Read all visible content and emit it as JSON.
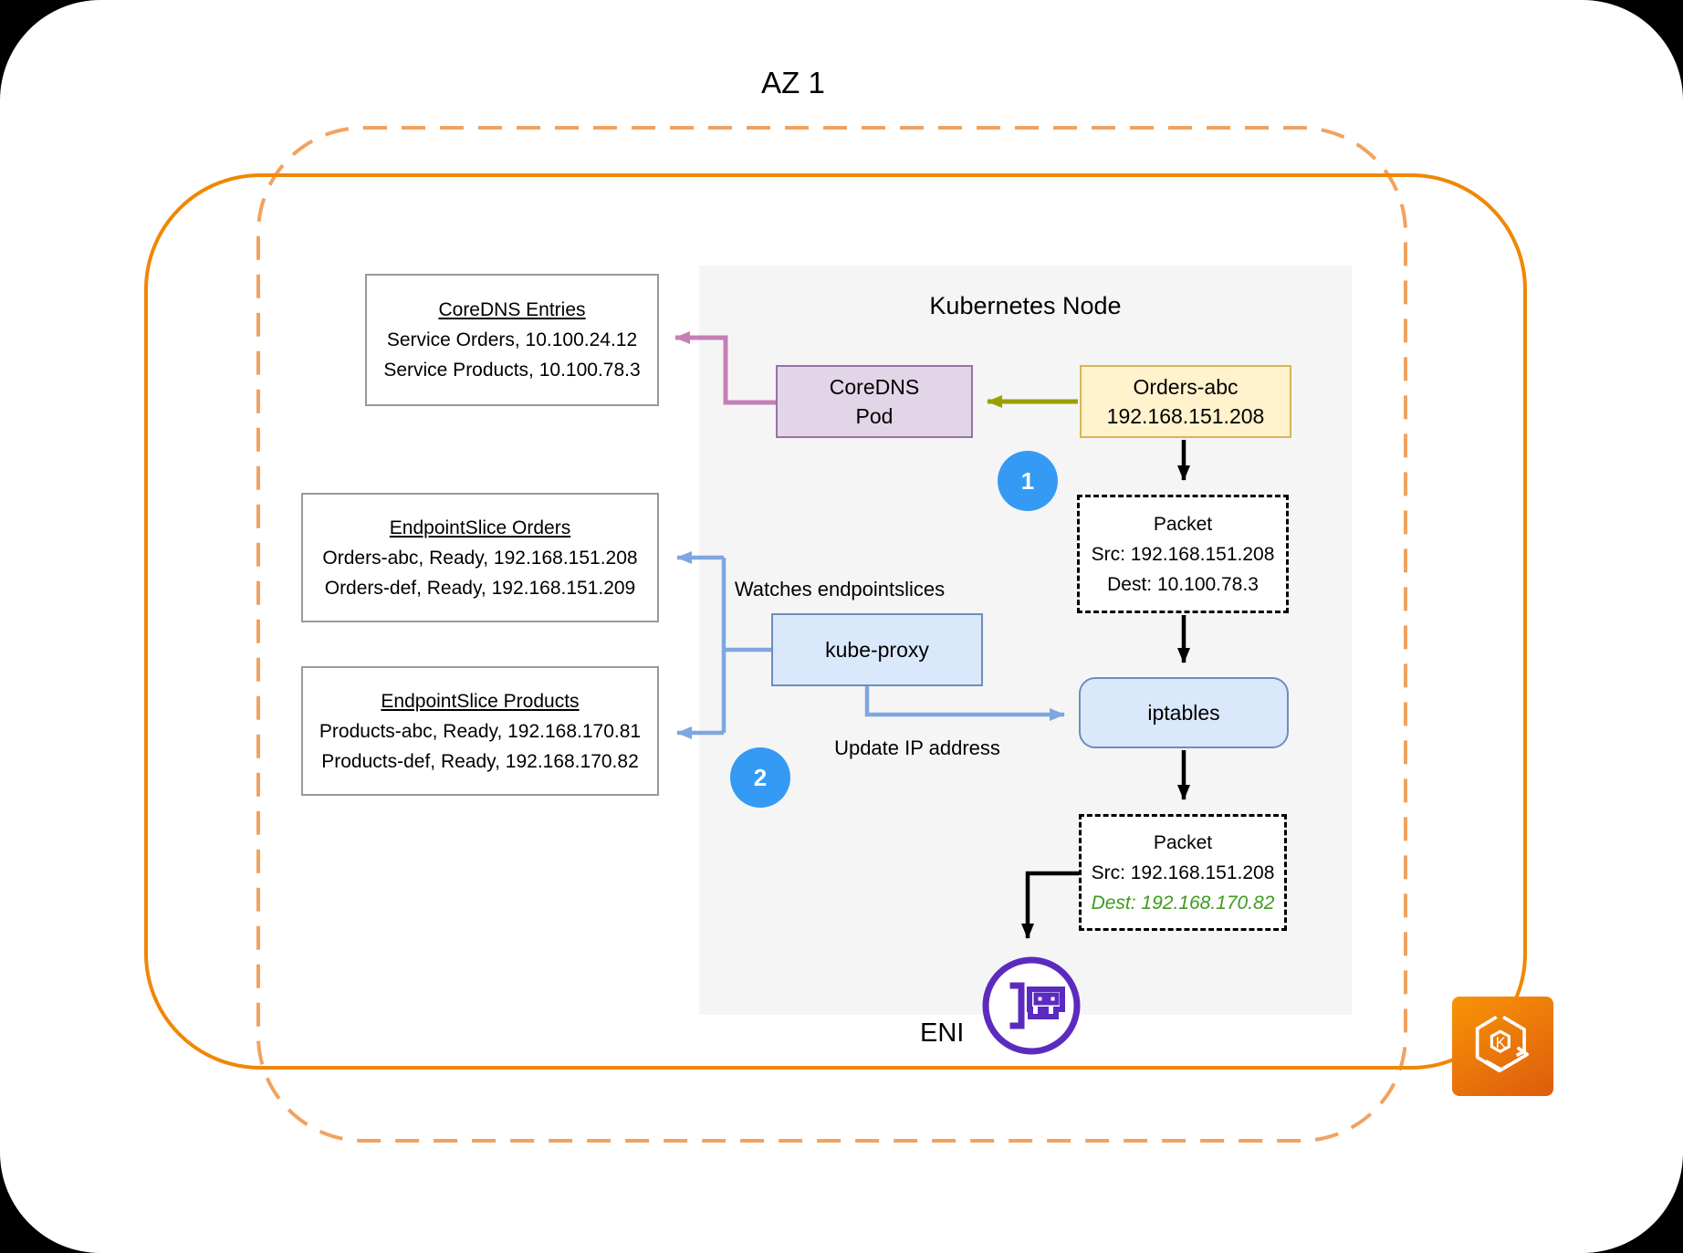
{
  "window": {
    "az_label": "AZ 1"
  },
  "node": {
    "title": "Kubernetes Node"
  },
  "boxes": {
    "coredns_entries": {
      "title": "CoreDNS Entries",
      "lines": [
        "Service Orders, 10.100.24.12",
        "Service Products, 10.100.78.3"
      ]
    },
    "endpointslice_orders": {
      "title": "EndpointSlice Orders",
      "lines": [
        "Orders-abc, Ready, 192.168.151.208",
        "Orders-def, Ready, 192.168.151.209"
      ]
    },
    "endpointslice_products": {
      "title": "EndpointSlice Products",
      "lines": [
        "Products-abc, Ready, 192.168.170.81",
        "Products-def, Ready, 192.168.170.82"
      ]
    },
    "coredns_pod": {
      "lines": [
        "CoreDNS",
        "Pod"
      ]
    },
    "orders_abc": {
      "lines": [
        "Orders-abc",
        "192.168.151.208"
      ]
    },
    "packet_before": {
      "title": "Packet",
      "src": "Src: 192.168.151.208",
      "dest": "Dest: 10.100.78.3"
    },
    "kube_proxy": {
      "label": "kube-proxy"
    },
    "iptables": {
      "label": "iptables"
    },
    "packet_after": {
      "title": "Packet",
      "src": "Src: 192.168.151.208",
      "dest": "Dest: 192.168.170.82"
    }
  },
  "labels": {
    "watches": "Watches endpointslices",
    "update_ip": "Update IP address",
    "eni": "ENI"
  },
  "badges": {
    "step1": "1",
    "step2": "2"
  },
  "icons": {
    "eni": "network-interface-icon",
    "eks": "eks-kubernetes-icon",
    "eks_letter": "K"
  },
  "colors": {
    "az_dashed": "#F2A25F",
    "vpc_solid": "#F08705",
    "node_bg": "#F5F5F5",
    "box_border_gray": "#999999",
    "yellow_fill": "#FFF2CC",
    "yellow_border": "#D6B656",
    "purple_fill": "#E1D5E7",
    "purple_border": "#9673A6",
    "blue_fill": "#DAE8FC",
    "blue_border": "#6C8EBF",
    "arrow_black": "#000000",
    "arrow_olive": "#9AA000",
    "arrow_pink": "#C57FB6",
    "arrow_blue": "#7EA6E0",
    "badge_blue": "#349AF4",
    "green_dest": "#3E9B1D",
    "eni_purple": "#5B2BC0",
    "eks_gradient_top": "#F89406",
    "eks_gradient_bottom": "#DD5C0D"
  }
}
